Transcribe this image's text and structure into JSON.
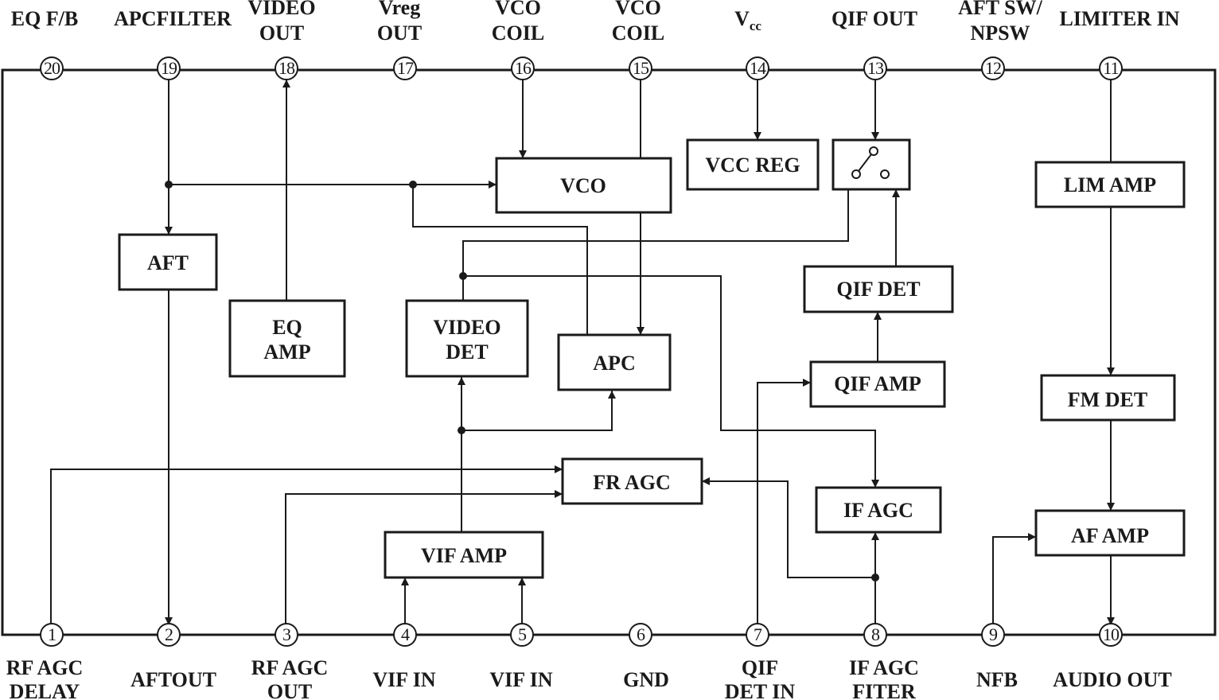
{
  "top_pins": [
    {
      "num": "20",
      "label": [
        "EQ F/B"
      ]
    },
    {
      "num": "19",
      "label": [
        "APCFILTER"
      ]
    },
    {
      "num": "18",
      "label": [
        "VIDEO",
        "OUT"
      ]
    },
    {
      "num": "17",
      "label": [
        "Vreg",
        "OUT"
      ]
    },
    {
      "num": "16",
      "label": [
        "VCO",
        "COIL"
      ]
    },
    {
      "num": "15",
      "label": [
        "VCO",
        "COIL"
      ]
    },
    {
      "num": "14",
      "label": [
        "V",
        "cc"
      ]
    },
    {
      "num": "13",
      "label": [
        "QIF OUT"
      ]
    },
    {
      "num": "12",
      "label": [
        "AFT SW/",
        "NPSW"
      ]
    },
    {
      "num": "11",
      "label": [
        "LIMITER IN"
      ]
    }
  ],
  "bottom_pins": [
    {
      "num": "1",
      "label": [
        "RF AGC",
        "DELAY"
      ]
    },
    {
      "num": "2",
      "label": [
        "AFTOUT"
      ]
    },
    {
      "num": "3",
      "label": [
        "RF AGC",
        "OUT"
      ]
    },
    {
      "num": "4",
      "label": [
        "VIF IN"
      ]
    },
    {
      "num": "5",
      "label": [
        "VIF IN"
      ]
    },
    {
      "num": "6",
      "label": [
        "GND"
      ]
    },
    {
      "num": "7",
      "label": [
        "QIF",
        "DET IN"
      ]
    },
    {
      "num": "8",
      "label": [
        "IF AGC",
        "FITER"
      ]
    },
    {
      "num": "9",
      "label": [
        "NFB"
      ]
    },
    {
      "num": "10",
      "label": [
        "AUDIO OUT"
      ]
    }
  ],
  "blocks": {
    "vco": "VCO",
    "vcc_reg": "VCC REG",
    "lim_amp": "LIM AMP",
    "aft": "AFT",
    "eq_amp": [
      "EQ",
      "AMP"
    ],
    "video_det": [
      "VIDEO",
      "DET"
    ],
    "apc": "APC",
    "qif_det": "QIF DET",
    "qif_amp": "QIF AMP",
    "fm_det": "FM DET",
    "fr_agc": "FR AGC",
    "if_agc": "IF AGC",
    "vif_amp": "VIF AMP",
    "af_amp": "AF AMP",
    "switch": ""
  }
}
